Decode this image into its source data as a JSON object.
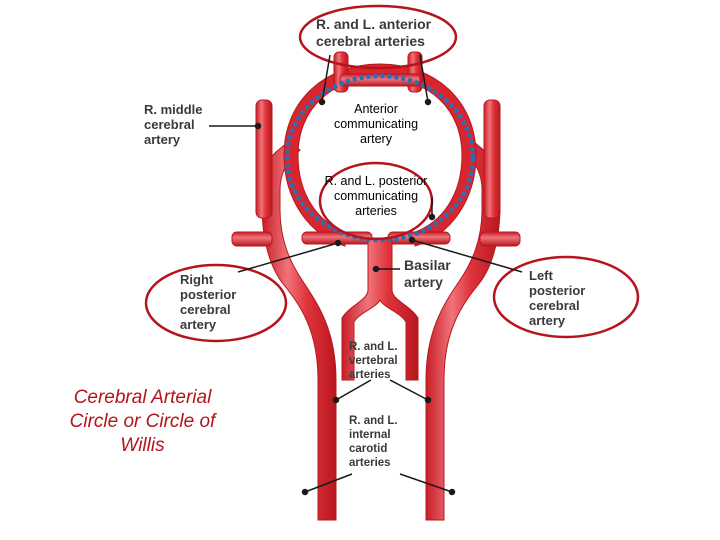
{
  "labels": {
    "anterior_cerebral": [
      "R. and L. anterior",
      "cerebral arteries"
    ],
    "middle_cerebral": [
      "R. middle",
      "cerebral",
      "artery"
    ],
    "anterior_communicating": [
      "Anterior",
      "communicating",
      "artery"
    ],
    "posterior_communicating": [
      "R. and L. posterior",
      "communicating",
      "arteries"
    ],
    "basilar": [
      "Basilar",
      "artery"
    ],
    "right_posterior_cerebral": [
      "Right",
      "posterior",
      "cerebral",
      "artery"
    ],
    "left_posterior_cerebral": [
      "Left",
      "posterior",
      "cerebral",
      "artery"
    ],
    "vertebral": [
      "R. and L.",
      "vertebral",
      "arteries"
    ],
    "internal_carotid": [
      "R. and L.",
      "internal",
      "carotid",
      "arteries"
    ]
  },
  "caption": [
    "Cerebral Arterial",
    "Circle or Circle of",
    "Willis"
  ],
  "colors": {
    "artery": "#d9262e",
    "artery_highlight": "#f0747a",
    "highlight_ring": "#b4141b",
    "circle_of_willis_ring": "#2a6fb5",
    "caption": "#b4141b"
  }
}
